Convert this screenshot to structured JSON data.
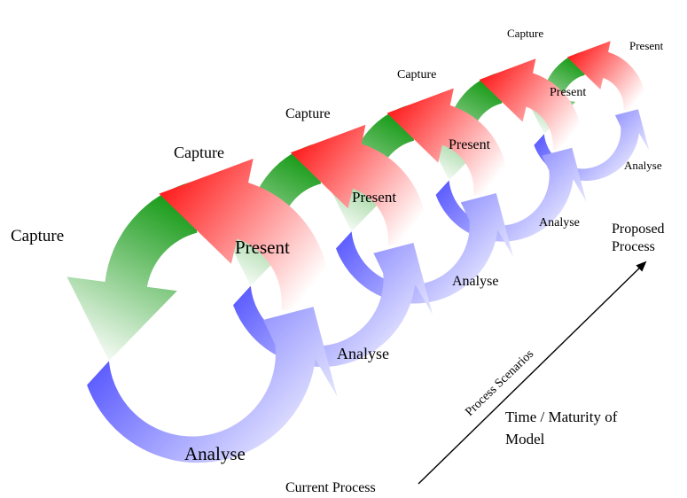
{
  "cycles": [
    {
      "capture": "Capture",
      "present": "Present",
      "analyse": "Analyse"
    },
    {
      "capture": "Capture",
      "present": "Present",
      "analyse": "Analyse"
    },
    {
      "capture": "Capture",
      "present": "Present",
      "analyse": "Analyse"
    },
    {
      "capture": "Capture",
      "present": "Present",
      "analyse": "Analyse"
    },
    {
      "capture": "Capture",
      "present": "Present",
      "analyse": "Analyse"
    }
  ],
  "axis": {
    "diagonal_label": "Process Scenarios",
    "start_label": "Current Process",
    "end_label_line1": "Proposed",
    "end_label_line2": "Process",
    "caption_line1": "Time / Maturity of",
    "caption_line2": "Model"
  },
  "colors": {
    "capture": "#1a9a1a",
    "present": "#ff1a1a",
    "analyse": "#6a6aff"
  }
}
